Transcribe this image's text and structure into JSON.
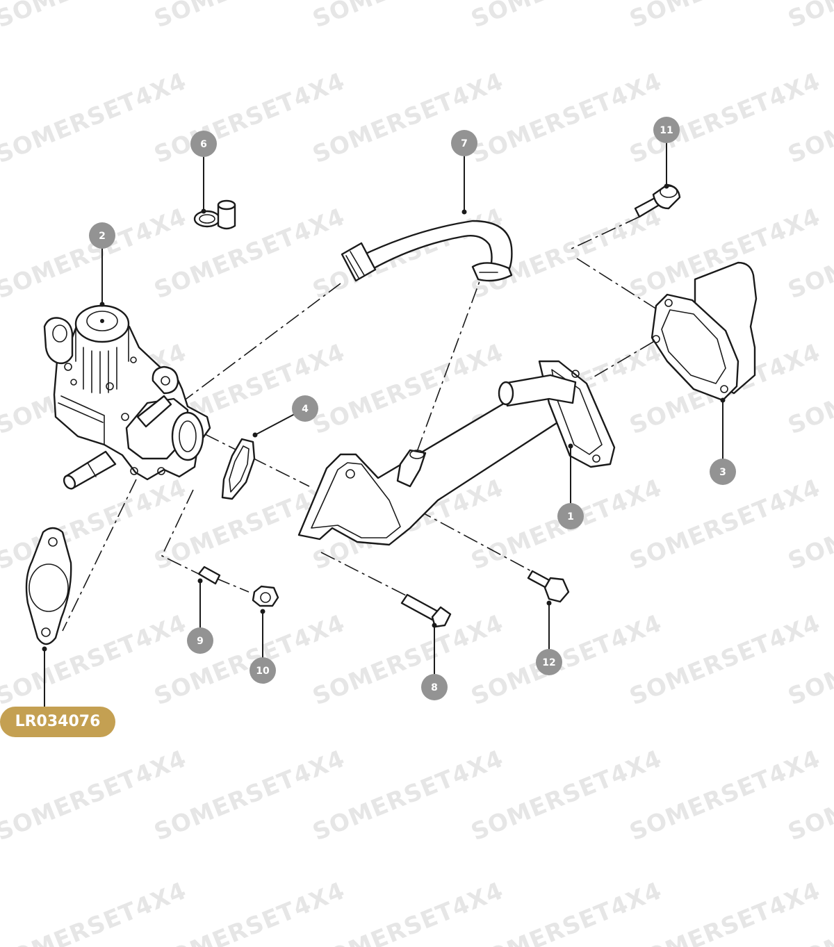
{
  "watermark": {
    "text": "SOMERSET4X4"
  },
  "part_number": {
    "label": "LR034076",
    "color": "#c4a052"
  },
  "callout_color": "#939393",
  "callouts": {
    "c1": "1",
    "c2": "2",
    "c3": "3",
    "c4": "4",
    "c5": "6",
    "c6": "7",
    "c7": "8",
    "c8": "9",
    "c9": "10",
    "c10": "11",
    "c11": "12"
  }
}
